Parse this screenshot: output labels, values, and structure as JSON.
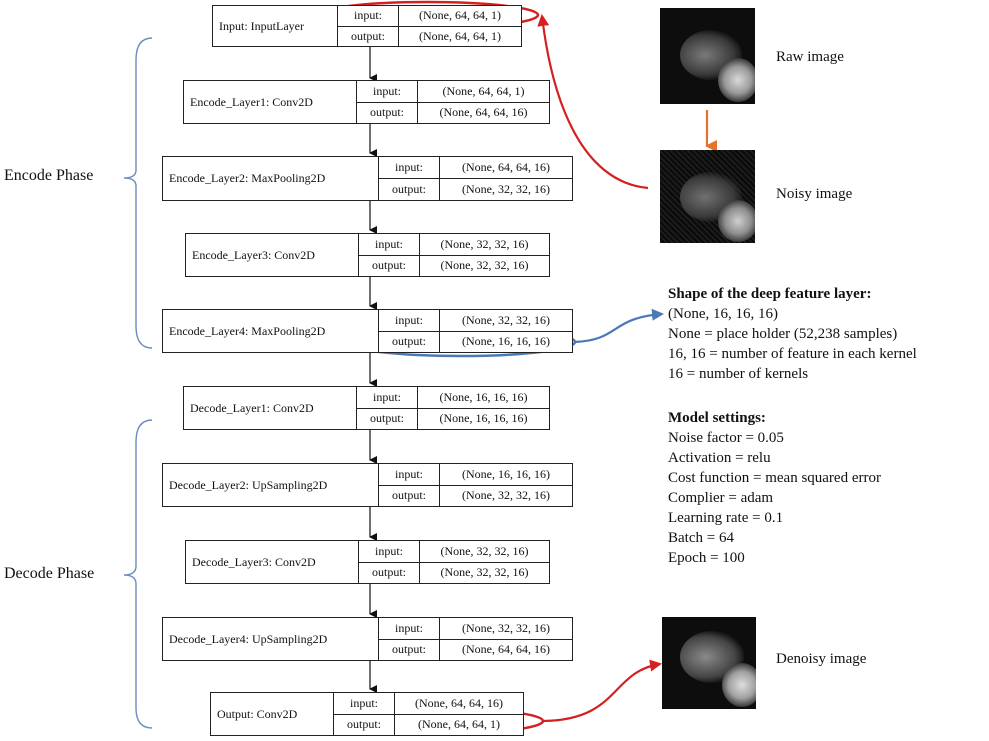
{
  "layers": [
    {
      "name": "Input: InputLayer",
      "input": "(None, 64, 64, 1)",
      "output": "(None, 64, 64, 1)"
    },
    {
      "name": "Encode_Layer1: Conv2D",
      "input": "(None, 64, 64, 1)",
      "output": "(None, 64, 64, 16)"
    },
    {
      "name": "Encode_Layer2: MaxPooling2D",
      "input": "(None, 64, 64, 16)",
      "output": "(None, 32, 32, 16)"
    },
    {
      "name": "Encode_Layer3: Conv2D",
      "input": "(None, 32, 32, 16)",
      "output": "(None, 32, 32, 16)"
    },
    {
      "name": "Encode_Layer4: MaxPooling2D",
      "input": "(None, 32, 32, 16)",
      "output": "(None, 16, 16, 16)"
    },
    {
      "name": "Decode_Layer1: Conv2D",
      "input": "(None, 16, 16, 16)",
      "output": "(None, 16, 16, 16)"
    },
    {
      "name": "Decode_Layer2: UpSampling2D",
      "input": "(None, 16, 16, 16)",
      "output": "(None, 32, 32, 16)"
    },
    {
      "name": "Decode_Layer3: Conv2D",
      "input": "(None, 32, 32, 16)",
      "output": "(None, 32, 32, 16)"
    },
    {
      "name": "Decode_Layer4: UpSampling2D",
      "input": "(None, 32, 32, 16)",
      "output": "(None, 64, 64, 16)"
    },
    {
      "name": "Output: Conv2D",
      "input": "(None, 64, 64, 16)",
      "output": "(None, 64, 64, 1)"
    }
  ],
  "labels": {
    "input": "input:",
    "output": "output:"
  },
  "phases": {
    "encode": "Encode Phase",
    "decode": "Decode Phase"
  },
  "images": {
    "raw": "Raw image",
    "noisy": "Noisy image",
    "denoisy": "Denoisy image"
  },
  "feature_info": {
    "title": "Shape of the deep feature layer:",
    "lines": [
      "(None, 16, 16, 16)",
      "None  =  place holder (52,238 samples)",
      "16, 16  =  number of feature in each kernel",
      "16  =  number of kernels"
    ]
  },
  "settings": {
    "title": "Model settings:",
    "lines": [
      "Noise factor = 0.05",
      "Activation = relu",
      "Cost function = mean squared error",
      "Complier = adam",
      "Learning rate = 0.1",
      "Batch = 64",
      "Epoch = 100"
    ]
  },
  "colors": {
    "red": "#d42020",
    "blue": "#4a78b8",
    "orange": "#e8712a",
    "bracket": "#6b8cc0"
  }
}
